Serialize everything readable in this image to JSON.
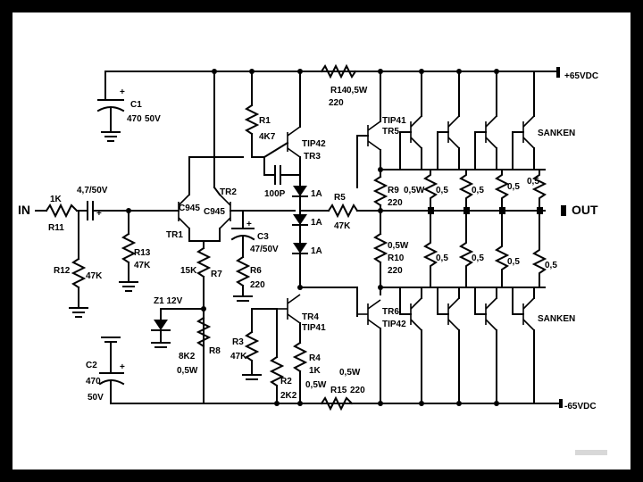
{
  "labels": {
    "vpos": "+65VDC",
    "vneg": "-65VDC",
    "input": "IN",
    "output": "OUT",
    "c1_name": "C1",
    "c1_value": "470",
    "c1_volt": "50V",
    "r1_name": "R1",
    "r1_value": "4K7",
    "r14_name": "R14",
    "r14_watt": "0,5W",
    "r14_value": "220",
    "tr3_type": "TIP42",
    "tr3_name": "TR3",
    "tr5_type": "TIP41",
    "tr5_name": "TR5",
    "sanken_top": "SANKEN",
    "sanken_bottom": "SANKEN",
    "rin_value": "1K",
    "rin_name": "R11",
    "cin_value": "4,7/50V",
    "c945_left": "C945",
    "c945_right": "C945",
    "tr1": "TR1",
    "tr2": "TR2",
    "c100p": "100P",
    "d1": "1A",
    "d2": "1A",
    "d3": "1A",
    "r5_name": "R5",
    "r5_value": "47K",
    "r9_name": "R9",
    "r9_watt": "0,5W",
    "r9_value": "220",
    "r13_name": "R13",
    "r13_value": "47K",
    "r12_name": "R12",
    "r12_value": "47K",
    "c3_name": "C3",
    "c3_value": "47/50V",
    "r6_name": "R6",
    "r6_value": "220",
    "r7_value": "15K",
    "r7_name": "R7",
    "z1": "Z1 12V",
    "r8_value": "8K2",
    "r8_watt": "0,5W",
    "r8_name": "R8",
    "r3_name": "R3",
    "r3_value": "47K",
    "c2_name": "C2",
    "c2_value": "470",
    "c2_volt": "50V",
    "r2_name": "R2",
    "r2_value": "2K2",
    "tr4_name": "TR4",
    "tr4_type": "TIP41",
    "r4_name": "R4",
    "r4_value": "1K",
    "r4_watt": "0,5W",
    "r15_watt": "0,5W",
    "r15_name": "R15",
    "r15_value": "220",
    "r10_watt": "0,5W",
    "r10_name": "R10",
    "r10_value": "220",
    "tr6_name": "TR6",
    "tr6_type": "TIP42",
    "emitter_res": "0,5"
  }
}
